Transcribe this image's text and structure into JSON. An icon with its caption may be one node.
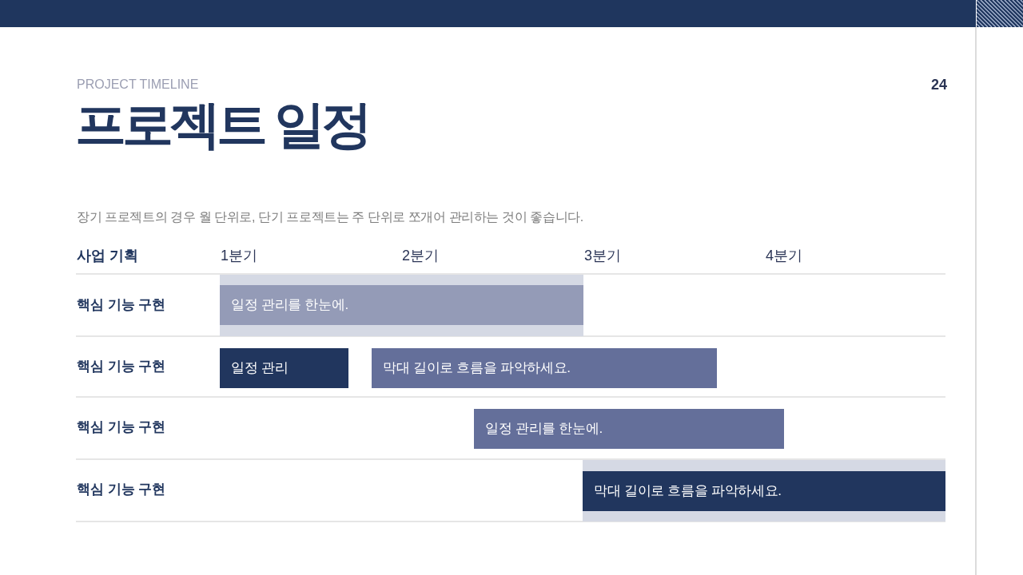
{
  "diagram": {
    "title": "프로젝트 일정",
    "nodes": [
      {
        "text": [],
        "shape": "band"
      },
      {
        "text": [
          "일정 관리를 한눈에."
        ],
        "in": 0
      },
      {
        "text": [
          "일정 관리"
        ]
      },
      {
        "text": [
          "막대 길이로 흐름을 파악하세요."
        ]
      },
      {
        "text": [
          "일정 관리를 한눈에."
        ]
      },
      {
        "text": [],
        "shape": "band"
      },
      {
        "text": [
          "막대 길이로 흐름을 파악하세요."
        ],
        "in": 5
      }
    ],
    "labels": [
      "PROJECT TIMELINE",
      "24",
      "장기 프로젝트의 경우 월 단위로, 단기 프로젝트는 주 단위로 쪼개어 관리하는 것이 좋습니다.",
      "사업 기획",
      "1분기",
      "2분기",
      "3분기",
      "4분기",
      "핵심 기능 구현",
      "핵심 기능 구현",
      "핵심 기능 구현",
      "핵심 기능 구현"
    ]
  }
}
